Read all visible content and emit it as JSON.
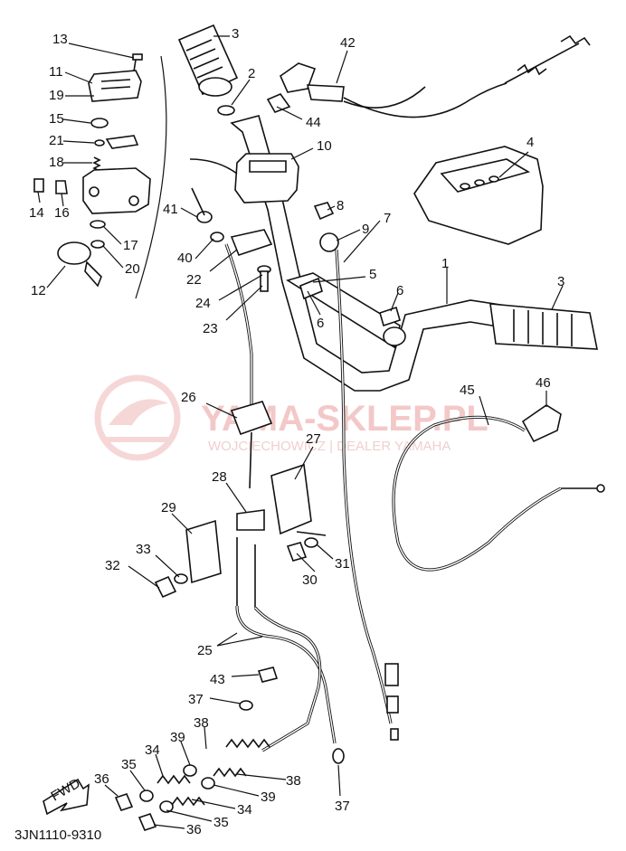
{
  "diagram": {
    "code": "3JN1110-9310",
    "fwd_label": "FWD",
    "watermark": {
      "title": "YAMA-SKLEP.PL",
      "subtitle": "WOJCIECHOWICZ | DEALER YAMAHA",
      "color": "#f0b8b8"
    },
    "callouts": [
      "13",
      "11",
      "19",
      "15",
      "21",
      "18",
      "14",
      "16",
      "17",
      "20",
      "12",
      "3",
      "2",
      "10",
      "41",
      "40",
      "22",
      "24",
      "23",
      "8",
      "9",
      "7",
      "5",
      "6",
      "6",
      "1",
      "3",
      "42",
      "44",
      "4",
      "26",
      "27",
      "28",
      "29",
      "33",
      "32",
      "31",
      "30",
      "25",
      "43",
      "37",
      "38",
      "39",
      "34",
      "35",
      "36",
      "38",
      "39",
      "34",
      "35",
      "36",
      "37",
      "45",
      "46"
    ]
  }
}
